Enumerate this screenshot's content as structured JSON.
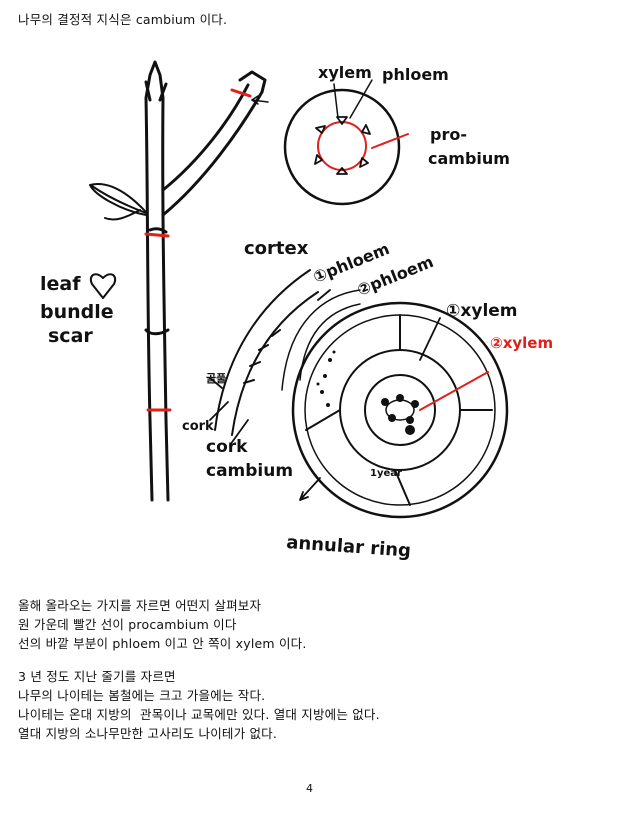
{
  "title": "나무의 결정적 지식은 cambium 이다.",
  "diagram": {
    "labels": {
      "xylem_top": "xylem",
      "phloem_top": "phloem",
      "procambium_1": "pro-",
      "procambium_2": "cambium",
      "leaf_1": "leaf",
      "leaf_2": "bundle",
      "leaf_3": "scar",
      "cortex": "cortex",
      "phloem_1": "①phloem",
      "phloem_2": "②phloem",
      "xylem_1": "①xylem",
      "xylem_2": "②xylem",
      "pith": "골풀",
      "cork": "cork",
      "cork_cambium_1": "cork",
      "cork_cambium_2": "cambium",
      "year": "1year",
      "annular_ring": "annular ring"
    },
    "colors": {
      "ink": "#111111",
      "red": "#e0201b",
      "blue_ink": "#1a1a55"
    }
  },
  "paragraph1": [
    "올해 올라오는 가지를 자르면 어떤지 살펴보자",
    "원 가운데 빨간 선이 procambium 이다",
    "선의 바깥 부분이 phloem 이고 안 쪽이 xylem 이다."
  ],
  "paragraph2": [
    "3 년 정도 지난 줄기를 자르면",
    "나무의 나이테는 봄철에는 크고 가을에는 작다.",
    "나이테는 온대 지방의  관목이나 교목에만 있다. 열대 지방에는 없다.",
    "열대 지방의 소나무만한 고사리도 나이테가 없다."
  ],
  "page_number": "4"
}
